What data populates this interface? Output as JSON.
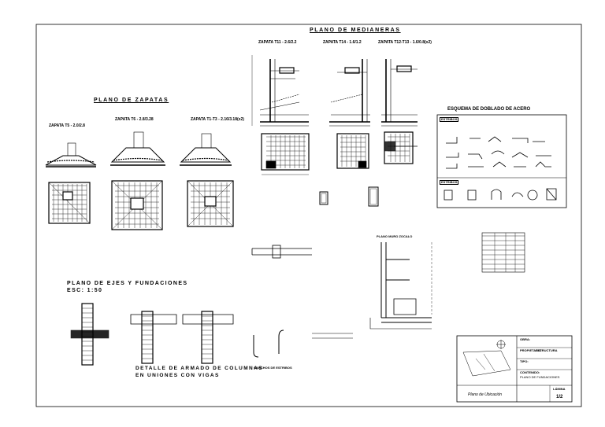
{
  "sheet": {
    "titles": {
      "plano_medianeras": "PLANO DE MEDIANERAS",
      "plano_zapatas": "PLANO DE ZAPATAS",
      "plano_ejes": "PLANO DE EJES Y FUNDACIONES",
      "escala": "ESC: 1:50",
      "esquema_doblado": "ESQUEMA DE DOBLADO DE ACERO",
      "plano_muro": "PLANO MURO ZOCALO",
      "detalle_line1": "DETALLE DE ARMADO DE COLUMNAS",
      "detalle_line2": "EN UNIONES CON VIGAS",
      "ganchos": "GANCHOS DE ESTRIBOS"
    },
    "zapata_labels": [
      "ZAPATA T11 - 2.6/2.2",
      "ZAPATA T14 - 1.6/1.2",
      "ZAPATA T12-T13 - 1.6/0.8(x2)",
      "ZAPATA T5 - 2.0/2.8",
      "ZAPATA T6 - 2.8/3.28",
      "ZAPATA T1-T3 - 2.16/3.18(x2)"
    ],
    "esquema_tags": [
      "ESTRIBOS",
      "ESTRIBOS"
    ],
    "title_block": {
      "ubicacion": "Plano de Ubicación",
      "lamina_label": "LÁMINA",
      "lamina": "1/2",
      "row_labels": [
        "OBRA:",
        "PROPIETARIO:",
        "TIPO:",
        "CONTENIDO:"
      ],
      "row_values": [
        "ESTRUCTURA",
        "",
        "",
        "PLANO DE FUNDACIONES"
      ]
    }
  }
}
